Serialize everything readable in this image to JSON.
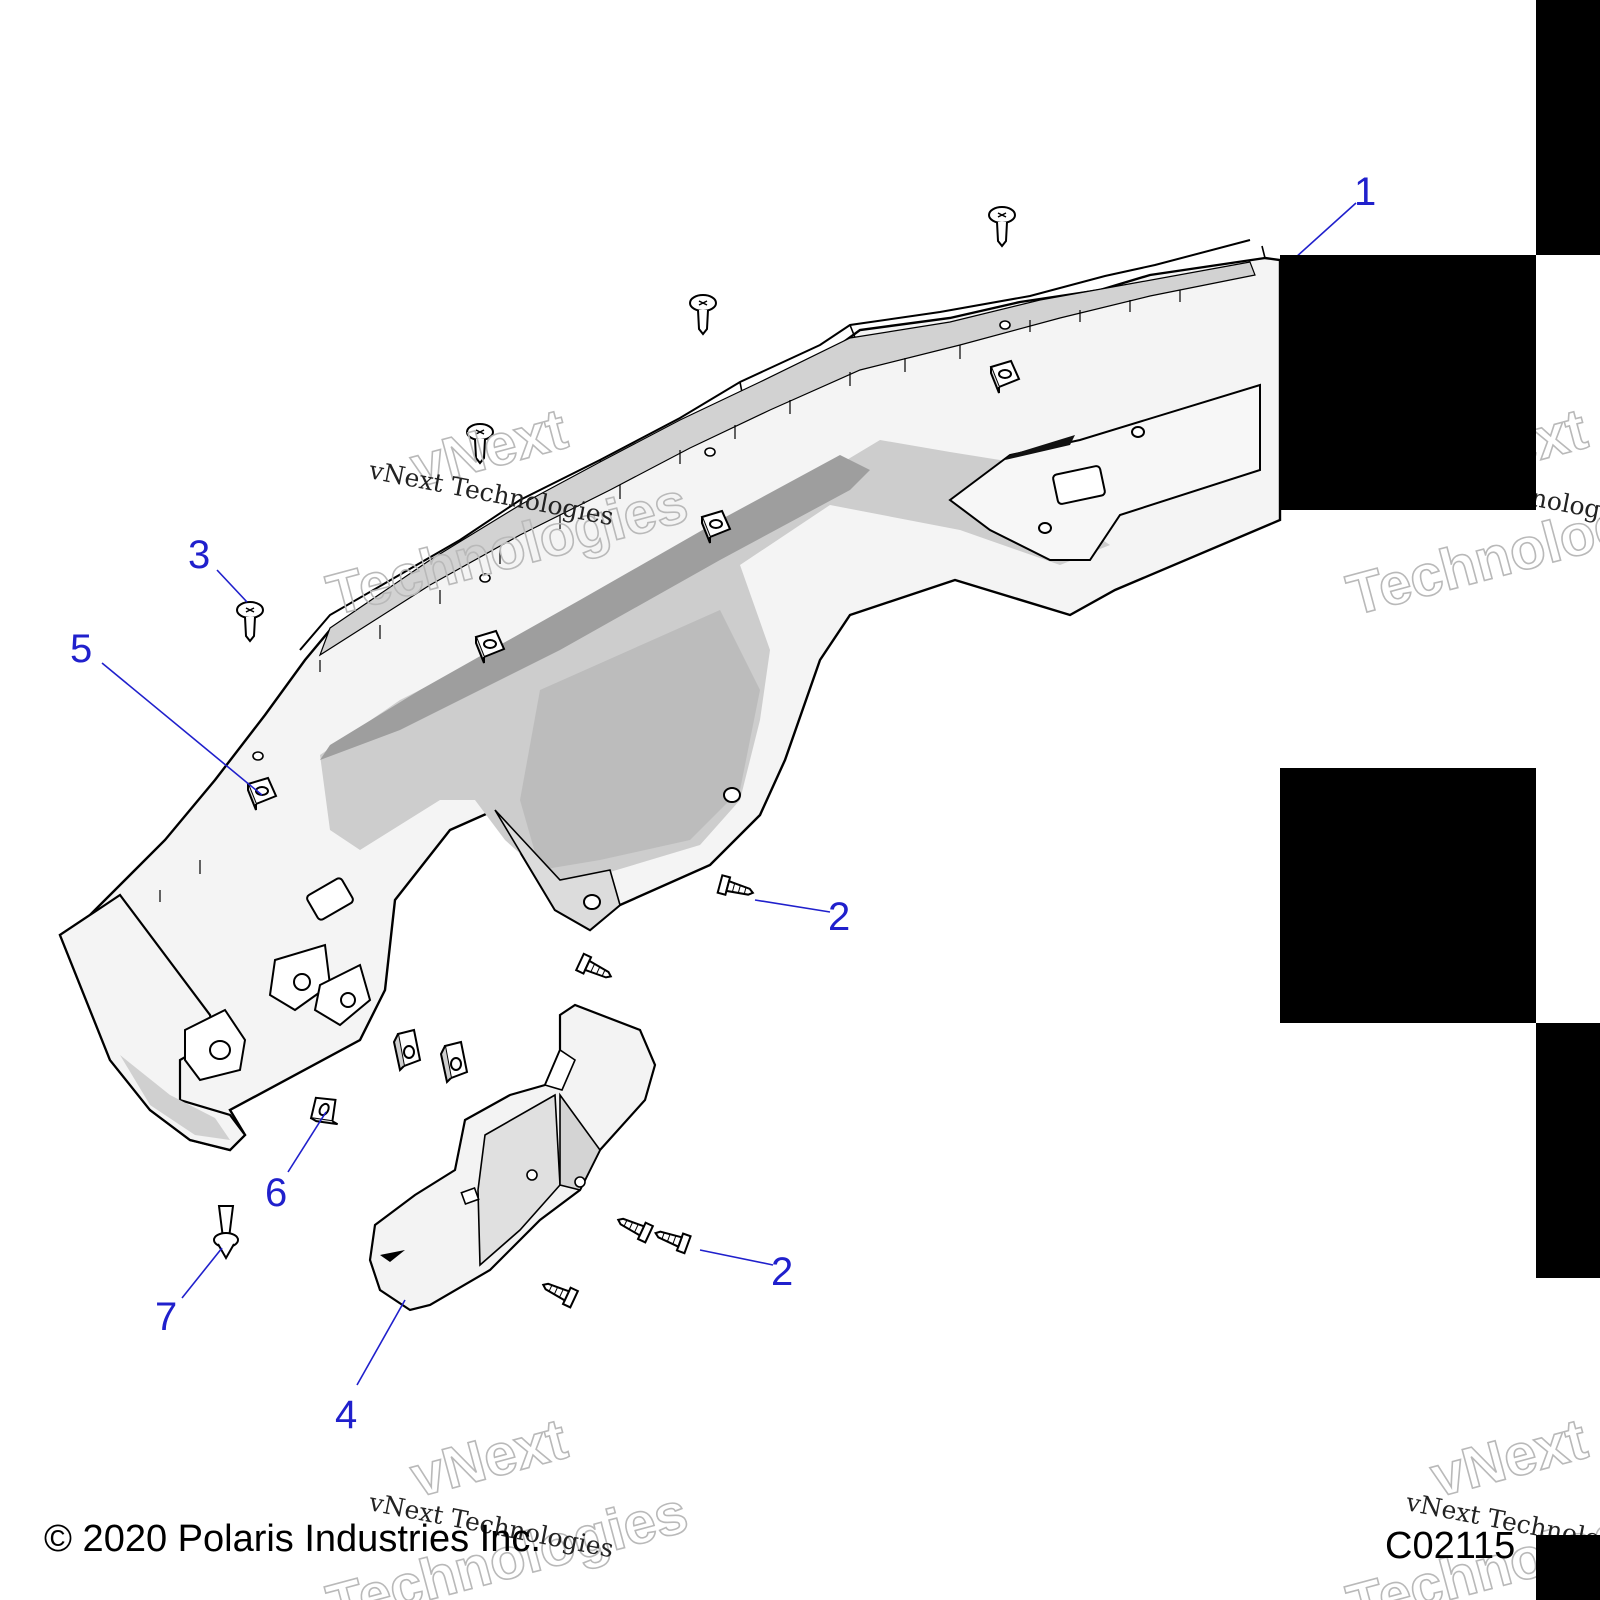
{
  "diagram": {
    "callouts": [
      {
        "id": "callout-1",
        "label": "1"
      },
      {
        "id": "callout-2a",
        "label": "2"
      },
      {
        "id": "callout-2b",
        "label": "2"
      },
      {
        "id": "callout-3",
        "label": "3"
      },
      {
        "id": "callout-4",
        "label": "4"
      },
      {
        "id": "callout-5",
        "label": "5"
      },
      {
        "id": "callout-6",
        "label": "6"
      },
      {
        "id": "callout-7",
        "label": "7"
      }
    ],
    "watermark": {
      "line1": "vNext",
      "line2": "Technologies",
      "small": "vNext Technologies"
    },
    "copyright": "© 2020 Polaris Industries Inc.",
    "figure_code": "C02115"
  },
  "colors": {
    "callout": "#2020cc",
    "part_fill": "#f2f2f2",
    "part_shade": "#c8c8c8",
    "part_dark": "#9a9a9a",
    "redaction": "#000000"
  }
}
